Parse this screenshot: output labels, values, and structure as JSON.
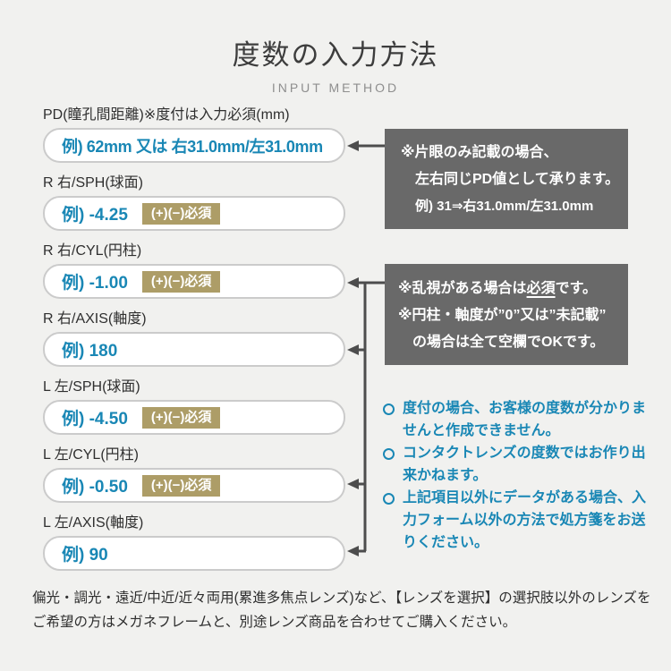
{
  "page": {
    "title": "度数の入力方法",
    "subtitle": "INPUT METHOD"
  },
  "fields": [
    {
      "label": "PD(瞳孔間距離)※度付は入力必須(mm)",
      "value": "例) 62mm 又は 右31.0mm/左31.0mm",
      "badge": ""
    },
    {
      "label": "R 右/SPH(球面)",
      "value": "例) -4.25",
      "badge": "(+)(−)必須"
    },
    {
      "label": "R 右/CYL(円柱)",
      "value": "例) -1.00",
      "badge": "(+)(−)必須"
    },
    {
      "label": "R 右/AXIS(軸度)",
      "value": "例) 180",
      "badge": ""
    },
    {
      "label": "L 左/SPH(球面)",
      "value": "例) -4.50",
      "badge": "(+)(−)必須"
    },
    {
      "label": "L 左/CYL(円柱)",
      "value": "例) -0.50",
      "badge": "(+)(−)必須"
    },
    {
      "label": "L 左/AXIS(軸度)",
      "value": "例) 90",
      "badge": ""
    }
  ],
  "note_pd": {
    "line1": "※片眼のみ記載の場合、",
    "line2": "左右同じPD値として承ります。",
    "line3": "例) 31⇒右31.0mm/左31.0mm"
  },
  "note_cyl": {
    "line1_pre": "※乱視がある場合は",
    "line1_em": "必須",
    "line1_post": "です。",
    "line2": "※円柱・軸度が”0”又は”未記載”",
    "line3": "の場合は全て空欄でOKです。"
  },
  "bullets": [
    "度付の場合、お客様の度数が分かりませんと作成できません。",
    "コンタクトレンズの度数ではお作り出来かねます。",
    "上記項目以外にデータがある場合、入力フォーム以外の方法で処方箋をお送りください。"
  ],
  "footer": "偏光・調光・遠近/中近/近々両用(累進多焦点レンズ)など、【レンズを選択】の選択肢以外のレンズをご希望の方はメガネフレームと、別途レンズ商品を合わせてご購入ください。",
  "colors": {
    "background": "#f1f1ef",
    "accent_blue": "#1987b5",
    "badge_gold": "#ad9d67",
    "note_gray": "#696969",
    "input_border": "#cbcbcb",
    "arrow": "#4d4d4d"
  }
}
